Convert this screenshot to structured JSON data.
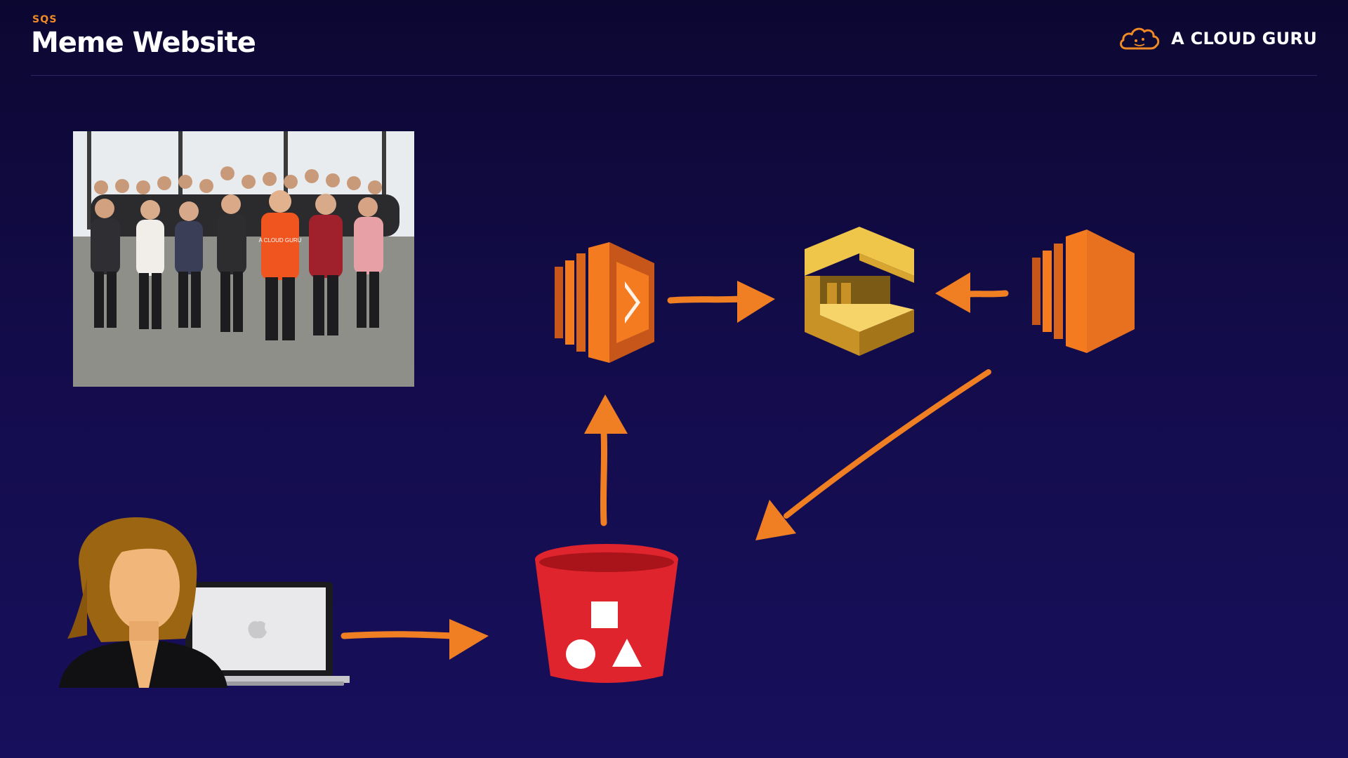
{
  "header": {
    "section_label": "SQS",
    "title": "Meme Website"
  },
  "brand": {
    "name": "A CLOUD GURU",
    "logo_icon": "cloud-icon"
  },
  "photo": {
    "shirt_text": "A CLOUD GURU"
  },
  "diagram": {
    "nodes": [
      {
        "id": "user",
        "icon": "user-with-laptop-icon"
      },
      {
        "id": "s3",
        "icon": "s3-bucket-icon"
      },
      {
        "id": "lambda",
        "icon": "lambda-icon"
      },
      {
        "id": "sqs",
        "icon": "sqs-queue-icon"
      },
      {
        "id": "ec2",
        "icon": "ec2-icon"
      }
    ],
    "edges": [
      {
        "from": "user",
        "to": "s3"
      },
      {
        "from": "s3",
        "to": "lambda"
      },
      {
        "from": "lambda",
        "to": "sqs"
      },
      {
        "from": "ec2",
        "to": "sqs"
      },
      {
        "from": "ec2",
        "to": "s3"
      }
    ]
  },
  "colors": {
    "accent": "#f08a24",
    "arrow": "#ef7f22",
    "lambda": "#f47b20",
    "sqs": "#d9a932",
    "s3": "#e0242e",
    "background": "#130c4a"
  }
}
